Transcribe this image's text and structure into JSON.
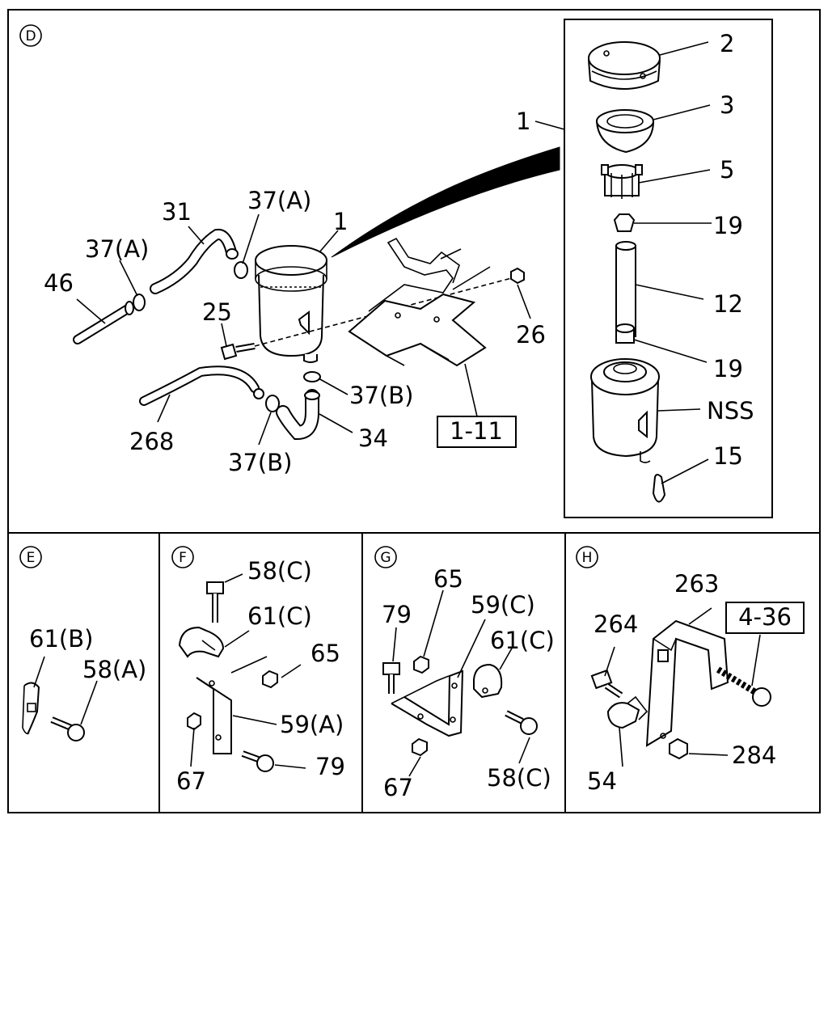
{
  "sections": [
    {
      "id": "D",
      "label": "D"
    },
    {
      "id": "E",
      "label": "E"
    },
    {
      "id": "F",
      "label": "F"
    },
    {
      "id": "G",
      "label": "G"
    },
    {
      "id": "H",
      "label": "H"
    }
  ],
  "callouts": {
    "d_31": "31",
    "d_37a_top": "37(A)",
    "d_1_tank": "1",
    "d_37a_left": "37(A)",
    "d_46": "46",
    "d_25": "25",
    "d_26": "26",
    "d_37b_right": "37(B)",
    "d_34": "34",
    "d_268": "268",
    "d_37b_bottom": "37(B)",
    "d_1_inset": "1",
    "inset_2": "2",
    "inset_3": "3",
    "inset_5": "5",
    "inset_19_top": "19",
    "inset_12": "12",
    "inset_19_bottom": "19",
    "inset_nss": "NSS",
    "inset_15": "15",
    "e_61b": "61(B)",
    "e_58a": "58(A)",
    "f_58c": "58(C)",
    "f_61c": "61(C)",
    "f_65": "65",
    "f_59a": "59(A)",
    "f_67": "67",
    "f_79": "79",
    "g_65": "65",
    "g_79": "79",
    "g_59c": "59(C)",
    "g_61c": "61(C)",
    "g_67": "67",
    "g_58c": "58(C)",
    "h_263": "263",
    "h_264": "264",
    "h_54": "54",
    "h_284": "284"
  },
  "page_refs": {
    "ref_1_11": "1-11",
    "ref_4_36": "4-36"
  },
  "colors": {
    "line": "#000000",
    "background": "#ffffff"
  }
}
